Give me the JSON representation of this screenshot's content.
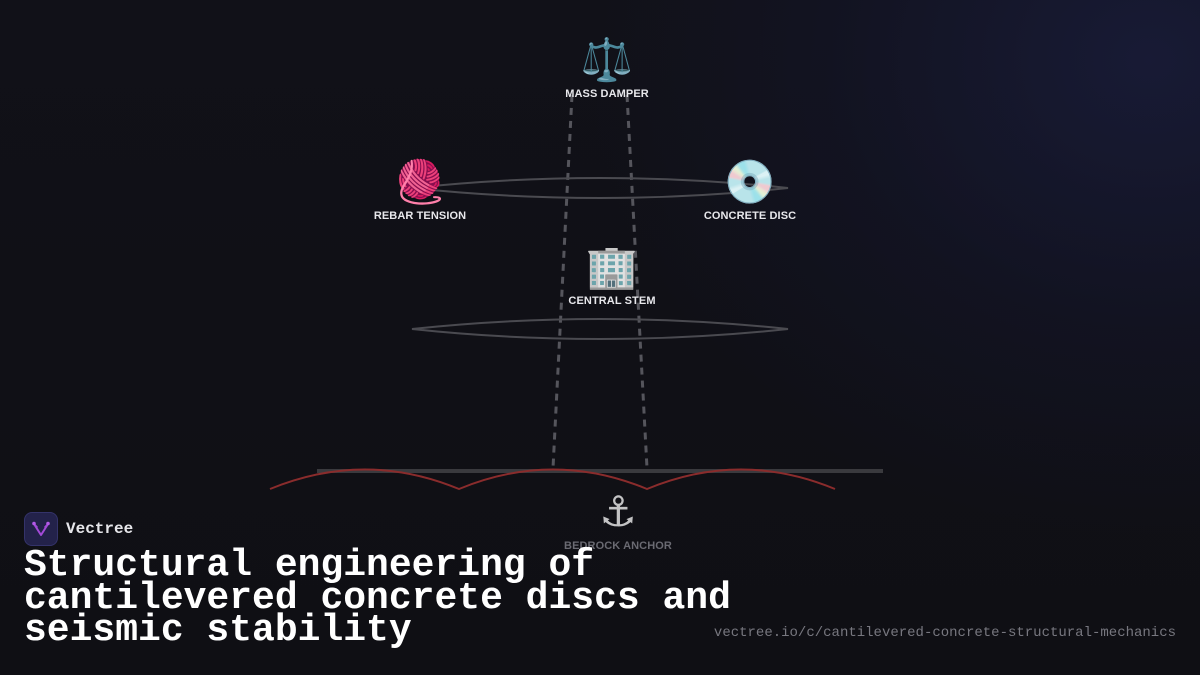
{
  "brand": {
    "name": "Vectree",
    "logo_icon": "vectree-logo-icon"
  },
  "title": "Structural engineering of cantilevered concrete discs and seismic stability",
  "url": "vectree.io/c/cantilevered-concrete-structural-mechanics",
  "diagram": {
    "nodes": [
      {
        "id": "mass-damper",
        "label": "MASS DAMPER",
        "icon": "balance-scale-icon",
        "glyph": "⚖️"
      },
      {
        "id": "rebar-tension",
        "label": "REBAR TENSION",
        "icon": "yarn-ball-icon",
        "glyph": "🧶"
      },
      {
        "id": "concrete-disc",
        "label": "CONCRETE DISC",
        "icon": "disc-icon",
        "glyph": "💿"
      },
      {
        "id": "central-stem",
        "label": "CENTRAL STEM",
        "icon": "office-building-icon",
        "glyph": "🏢"
      },
      {
        "id": "bedrock-anchor",
        "label": "BEDROCK ANCHOR",
        "icon": "anchor-icon",
        "glyph": "⚓"
      }
    ],
    "colors": {
      "background": "#0f0f14",
      "ellipse_stroke": "#4a4a50",
      "stem_dash": "#55555c",
      "ground_line": "#3a3a3e",
      "seismic_wave": "#8a2c2c",
      "label": "#e8e8ec",
      "label_dim": "#6a6a72"
    }
  }
}
